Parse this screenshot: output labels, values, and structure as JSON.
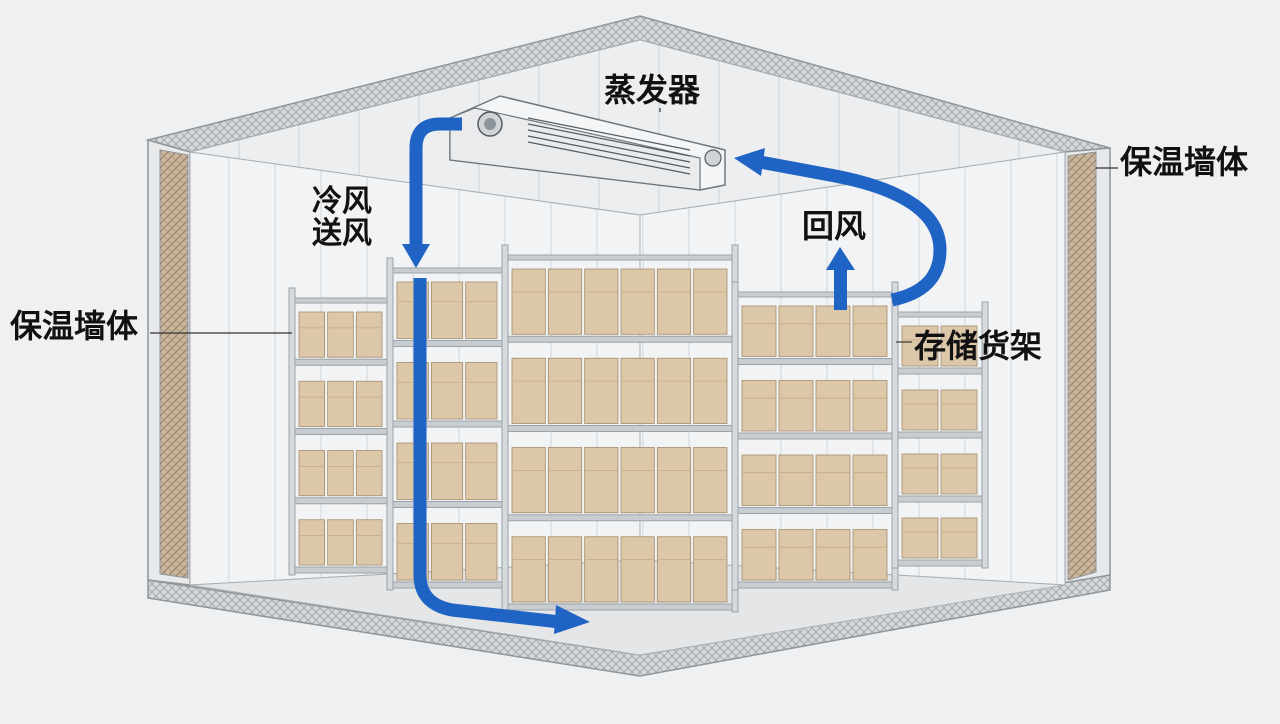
{
  "labels": {
    "evaporator": "蒸发器",
    "cold_supply": "冷风\n送风",
    "return_air": "回风",
    "storage_rack": "存储货架",
    "insulated_wall_left": "保温墙体",
    "insulated_wall_right": "保温墙体"
  },
  "colors": {
    "airflow": "#1f63c4",
    "wall_panel": "#f4f5f6",
    "insulation": "#b9a48c",
    "rack_steel": "#9aa3ab",
    "box": "#dcc7a8"
  },
  "icons": {
    "evaporator": "evaporator-unit-icon",
    "airflow": "arrow-icon"
  }
}
